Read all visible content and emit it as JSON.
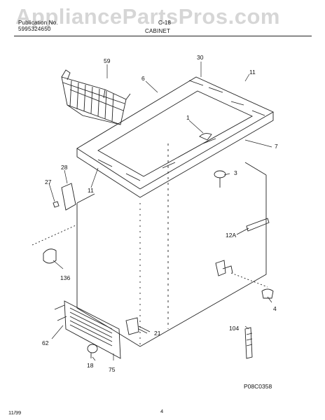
{
  "watermark": "AppliancePartsPros.com",
  "header": {
    "left_line1": "Publication No.",
    "left_line2": "5995324650",
    "model": "C-18",
    "section": "CABINET"
  },
  "callouts": {
    "c59": "59",
    "c30": "30",
    "c6": "6",
    "c11a": "11",
    "c1": "1",
    "c7": "7",
    "c28": "28",
    "c27": "27",
    "c11b": "11",
    "c3": "3",
    "c12a": "12A",
    "c136": "136",
    "c4": "4",
    "c62": "62",
    "c21": "21",
    "c104": "104",
    "c18": "18",
    "c75": "75"
  },
  "drawing_code": "P08C0358",
  "footer": {
    "date": "11/99",
    "page": "4"
  }
}
